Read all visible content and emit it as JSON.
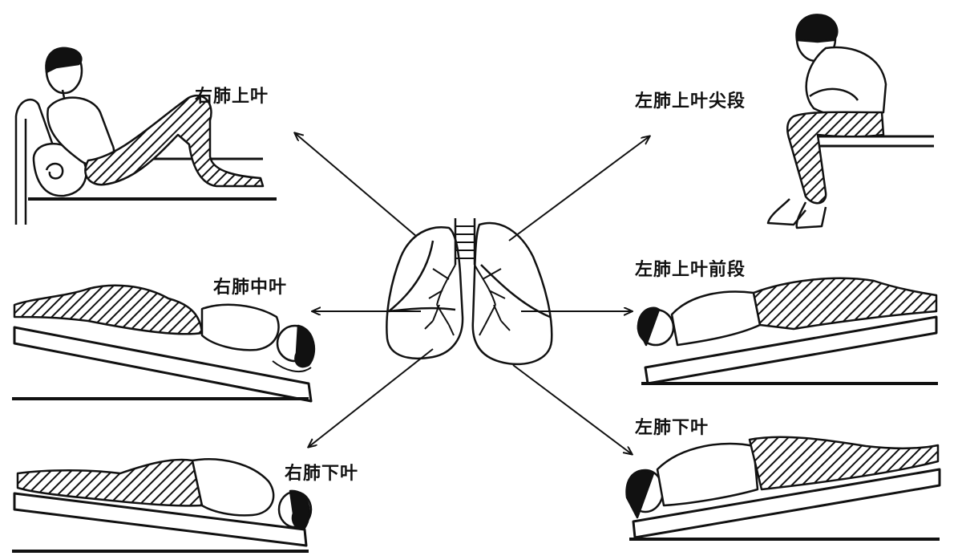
{
  "labels": {
    "right_upper_lobe": "右肺上叶",
    "left_upper_lobe_apical": "左肺上叶尖段",
    "right_middle_lobe": "右肺中叶",
    "left_upper_lobe_anterior": "左肺上叶前段",
    "right_lower_lobe": "右肺下叶",
    "left_lower_lobe": "左肺下叶"
  },
  "colors": {
    "ink": "#111111",
    "background": "#ffffff"
  }
}
